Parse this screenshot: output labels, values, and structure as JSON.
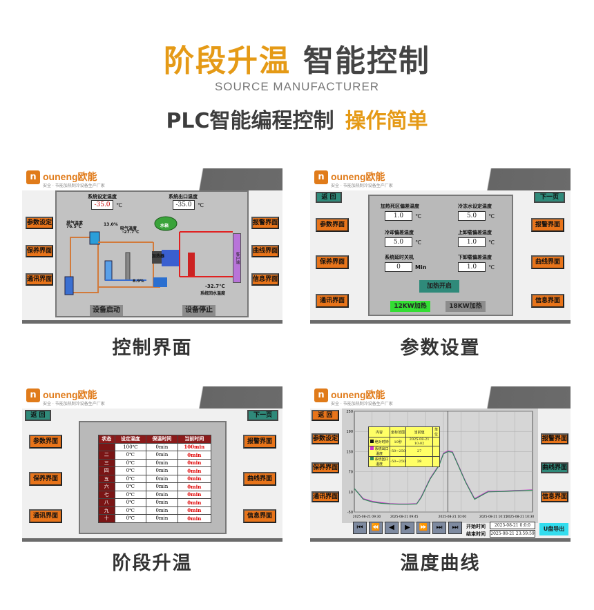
{
  "header": {
    "title_orange": "阶段升温",
    "title_gray": "智能控制",
    "subtitle": "SOURCE MANUFACTURER",
    "line2_gray": "PLC智能编程控制",
    "line2_orange": "操作简单"
  },
  "brand": {
    "logo": "n",
    "name": "ouneng欧能",
    "slogan": "安全 · 节能加热制冷设备生产厂家"
  },
  "panels": {
    "control": {
      "caption": "控制界面",
      "left_buttons": [
        "参数设定",
        "保养界面",
        "通讯界面"
      ],
      "right_buttons": [
        "报警界面",
        "曲线界面",
        "信息界面"
      ],
      "set_temp_label": "系统设定温度",
      "set_temp": "-35.0",
      "out_temp_label": "系统出口温度",
      "out_temp": "-35.0",
      "unit": "℃",
      "exhaust_label": "排气温度",
      "exhaust": "76.5℃",
      "pct1": "13.0%",
      "suction_label": "吸气温度",
      "suction": "-27.7℃",
      "tank": "水箱",
      "heater": "加热器",
      "user": "客户端",
      "pct2": "8.9%",
      "return_label": "系统回水温度",
      "return_temp": "-32.7℃",
      "start": "设备启动",
      "stop": "设备停止"
    },
    "params": {
      "caption": "参数设置",
      "back": "返 回",
      "next": "下一页",
      "left_buttons": [
        "参数界面",
        "保养界面",
        "通讯界面"
      ],
      "right_buttons": [
        "报警界面",
        "曲线界面",
        "信息界面"
      ],
      "fields": [
        {
          "label": "加热死区偏差温度",
          "value": "1.0",
          "unit": "℃"
        },
        {
          "label": "冷冻水设定温度",
          "value": "5.0",
          "unit": "℃"
        },
        {
          "label": "冷却偏差温度",
          "value": "5.0",
          "unit": "℃"
        },
        {
          "label": "上卸载偏差温度",
          "value": "1.0",
          "unit": "℃"
        },
        {
          "label": "系统延时关机",
          "value": "0",
          "unit": "Min"
        },
        {
          "label": "下卸载偏差温度",
          "value": "1.0",
          "unit": "℃"
        }
      ],
      "heat_on": "加热开启",
      "kw12": "12KW加热",
      "kw18": "18KW加热"
    },
    "stages": {
      "caption": "阶段升温",
      "back": "返 回",
      "next": "下一页",
      "left_buttons": [
        "参数界面",
        "保养界面",
        "通讯界面"
      ],
      "right_buttons": [
        "报警界面",
        "曲线界面",
        "信息界面"
      ],
      "headers": [
        "状态",
        "设定温度",
        "保温时间",
        "当前时间"
      ],
      "rows": [
        {
          "state": "",
          "temp": "100℃",
          "hold": "0min",
          "cur": "100min"
        },
        {
          "state": "二",
          "temp": "0℃",
          "hold": "0min",
          "cur": "0min"
        },
        {
          "state": "三",
          "temp": "0℃",
          "hold": "0min",
          "cur": "0min"
        },
        {
          "state": "四",
          "temp": "0℃",
          "hold": "0min",
          "cur": "0min"
        },
        {
          "state": "五",
          "temp": "0℃",
          "hold": "0min",
          "cur": "0min"
        },
        {
          "state": "六",
          "temp": "0℃",
          "hold": "0min",
          "cur": "0min"
        },
        {
          "state": "七",
          "temp": "0℃",
          "hold": "0min",
          "cur": "0min"
        },
        {
          "state": "八",
          "temp": "0℃",
          "hold": "0min",
          "cur": "0min"
        },
        {
          "state": "九",
          "temp": "0℃",
          "hold": "0min",
          "cur": "0min"
        },
        {
          "state": "十",
          "temp": "0℃",
          "hold": "0min",
          "cur": "0min"
        }
      ]
    },
    "curve": {
      "caption": "温度曲线",
      "left_buttons": [
        "返 回",
        "参数设定",
        "保养界面",
        "通讯界面"
      ],
      "right_buttons": [
        "报警界面",
        "曲线界面",
        "信息界面"
      ],
      "legend_headers": [
        "内容",
        "坐标范围",
        "当前值",
        "单位"
      ],
      "legend": [
        {
          "name": "绝对时钟",
          "range": "10秒",
          "value": "2025-08-21 10:02",
          "color": "#111111"
        },
        {
          "name": "系统出口温度",
          "range": "-50~250",
          "value": "27",
          "color": "#cc33cc"
        },
        {
          "name": "系统回口温度",
          "range": "-50~250",
          "value": "28",
          "color": "#2e8b57"
        }
      ],
      "x_ticks": [
        "2025-08-21 09:30",
        "2025-08-21 09:45",
        "2025-08-21 10:00",
        "2025-08-21 10:15",
        "2025-08-21 10:30"
      ],
      "start_label": "开始时间",
      "end_label": "结束时间",
      "start_time": "2025-08-21 0:0:0",
      "end_time": "2025-08-21 23:59:59",
      "export": "U盘导出",
      "controls": [
        "⏮",
        "⏪",
        "◀",
        "▶",
        "⏩",
        "⏭",
        "⏭"
      ]
    }
  },
  "chart_data": {
    "type": "line",
    "title": "",
    "xlabel": "",
    "ylabel": "",
    "ylim": [
      -50,
      250
    ],
    "y_ticks": [
      -50,
      10,
      70,
      130,
      190,
      250
    ],
    "x": [
      0,
      4,
      8,
      12,
      16,
      20,
      24,
      28,
      30,
      34,
      38,
      40,
      42,
      44,
      46,
      50,
      54,
      60,
      66,
      72,
      80
    ],
    "series": [
      {
        "name": "系统出口温度",
        "color": "#cc33cc",
        "values": [
          20,
          -10,
          -18,
          -22,
          -25,
          -26,
          -26,
          -25,
          -5,
          50,
          90,
          125,
          132,
          130,
          100,
          40,
          -10,
          12,
          12,
          14,
          16
        ]
      },
      {
        "name": "系统回口温度",
        "color": "#2e8b57",
        "values": [
          20,
          -12,
          -20,
          -24,
          -26,
          -27,
          -27,
          -26,
          -7,
          48,
          88,
          123,
          130,
          128,
          98,
          38,
          -12,
          10,
          11,
          13,
          15
        ]
      }
    ]
  }
}
